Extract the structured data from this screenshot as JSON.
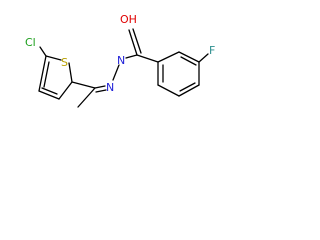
{
  "structure": {
    "atoms": {
      "chlorine": {
        "symbol": "Cl",
        "color": "#1b9e1b"
      },
      "sulfur": {
        "symbol": "S",
        "color": "#b8a000"
      },
      "oxygen": {
        "symbol": "O",
        "color": "#e00000"
      },
      "nitrogen_1": {
        "symbol": "N",
        "color": "#2020d8"
      },
      "nitrogen_2": {
        "symbol": "N",
        "color": "#2020d8"
      },
      "fluorine": {
        "symbol": "F",
        "color": "#2d8f8f"
      },
      "hydrogen": {
        "symbol": "H",
        "color": "#e00000"
      }
    },
    "bond_color": "#000000"
  }
}
